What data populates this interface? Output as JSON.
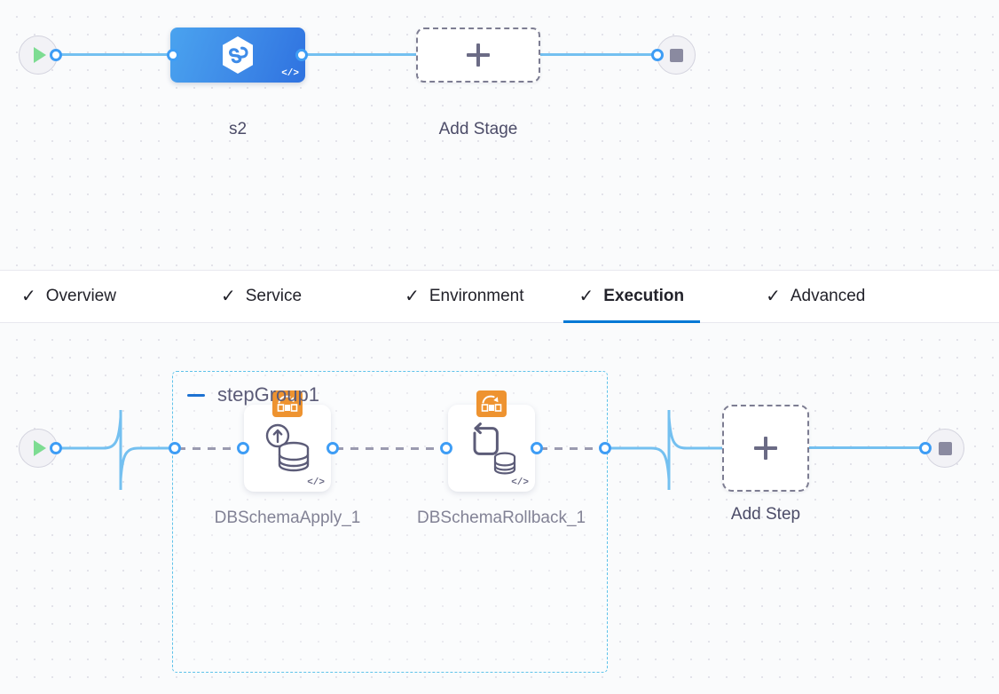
{
  "app": {
    "accent_blue": "#0278d5",
    "edge_blue": "#74c0f0",
    "port_blue": "#3e9df5",
    "group_border_blue": "#5ec2ea",
    "badge_orange": "#ee9330",
    "stage_gradient_from": "#4aa3ef",
    "stage_gradient_to": "#2f72e0",
    "canvas_bg": "#fafbfc",
    "dot_grid_color": "#e3e3ea"
  },
  "stage_canvas": {
    "start_node": {
      "name": "pipeline-start",
      "icon": "play-icon"
    },
    "stage": {
      "label": "s2",
      "icon": "harness-hexagon-icon",
      "code_badge": "</>"
    },
    "add_stage": {
      "label": "Add Stage",
      "icon": "plus-icon"
    },
    "end_node": {
      "name": "pipeline-end",
      "icon": "stop-square-icon"
    }
  },
  "tabs": {
    "items": [
      {
        "label": "Overview",
        "tick": "✓",
        "active": false
      },
      {
        "label": "Service",
        "tick": "✓",
        "active": false
      },
      {
        "label": "Environment",
        "tick": "✓",
        "active": false
      },
      {
        "label": "Execution",
        "tick": "✓",
        "active": true
      },
      {
        "label": "Advanced",
        "tick": "✓",
        "active": false
      }
    ]
  },
  "step_canvas": {
    "start_node": {
      "name": "execution-start",
      "icon": "play-icon"
    },
    "group": {
      "title": "stepGroup1",
      "collapse_icon": "minus-icon"
    },
    "steps": [
      {
        "label": "DBSchemaApply_1",
        "icon": "db-schema-apply-icon",
        "badge_icon": "rollback-stage-badge-icon",
        "code_badge": "</>"
      },
      {
        "label": "DBSchemaRollback_1",
        "icon": "db-schema-rollback-icon",
        "badge_icon": "rollback-stage-badge-icon",
        "code_badge": "</>"
      }
    ],
    "add_step": {
      "label": "Add Step",
      "icon": "plus-icon"
    },
    "end_node": {
      "name": "execution-end",
      "icon": "stop-square-icon"
    }
  }
}
